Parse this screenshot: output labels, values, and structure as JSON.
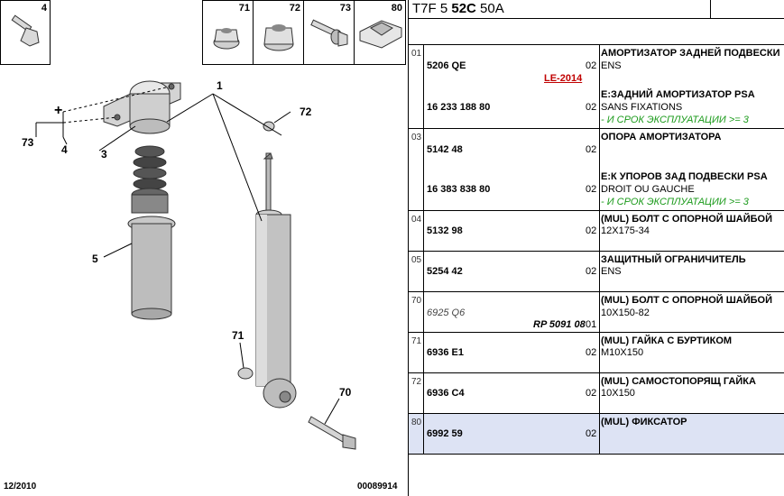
{
  "header": {
    "prefix": "T7F 5 ",
    "bold": "52C",
    "suffix": " 50A"
  },
  "diagram": {
    "thumbs": [
      "4",
      "71",
      "72",
      "73",
      "80"
    ],
    "callouts": [
      "1",
      "72",
      "73",
      "4",
      "3",
      "5",
      "71",
      "70"
    ],
    "plus": "+",
    "footer_date": "12/2010",
    "footer_code": "00089914"
  },
  "rows": [
    {
      "seq": "01",
      "ref": "5206 QE",
      "qty": "02",
      "d1": "АМОРТИЗАТОР ЗАДНЕЙ ПОДВЕСКИ",
      "d2": "ENS",
      "note": "LE-2014",
      "ref2": "16 233 188 80",
      "qty2": "02",
      "d3": "E:ЗАДНИЙ АМОРТИЗАТОР PSA",
      "d4": "SANS FIXATIONS",
      "green": "- И СРОК ЭКСПЛУАТАЦИИ >= 3"
    },
    {
      "seq": "03",
      "ref": "5142 48",
      "qty": "02",
      "d1": "ОПОРА АМОРТИЗАТОРА",
      "ref2": "16 383 838 80",
      "qty2": "02",
      "d3": "E:К УПОРОВ ЗАД ПОДВЕСКИ PSA",
      "d4": "DROIT OU GAUCHE",
      "green": "- И СРОК ЭКСПЛУАТАЦИИ >= 3"
    },
    {
      "seq": "04",
      "ref": "5132 98",
      "qty": "02",
      "d1": "(MUL) БОЛТ С ОПОРНОЙ ШАЙБОЙ",
      "d2": "12X175-34"
    },
    {
      "seq": "05",
      "ref": "5254 42",
      "qty": "02",
      "d1": "ЗАЩИТНЫЙ ОГРАНИЧИТЕЛЬ",
      "d2": "ENS"
    },
    {
      "seq": "70",
      "ref": "6925 Q6",
      "rp": "RP 5091 08",
      "qty": "01",
      "d1": "(MUL) БОЛТ С ОПОРНОЙ ШАЙБОЙ",
      "d2": "10X150-82"
    },
    {
      "seq": "71",
      "ref": "6936 E1",
      "qty": "02",
      "d1": "(MUL) ГАЙКА С БУРТИКОМ",
      "d2": "M10X150"
    },
    {
      "seq": "72",
      "ref": "6936 C4",
      "qty": "02",
      "d1": "(MUL) САМОСТОПОРЯЩ ГАЙКА",
      "d2": "10X150"
    },
    {
      "seq": "80",
      "ref": "6992 59",
      "qty": "02",
      "d1": "(MUL) ФИКСАТОР"
    }
  ],
  "colors": {
    "highlight": "#dde3f4",
    "note_red": "#c00000",
    "green": "#1a9a1a"
  }
}
